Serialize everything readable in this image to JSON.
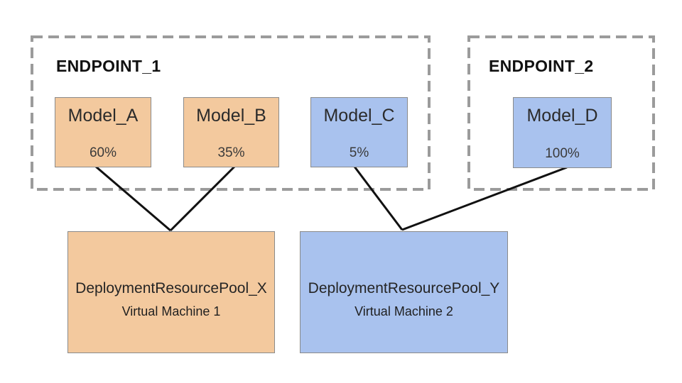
{
  "endpoints": [
    {
      "label": "ENDPOINT_1"
    },
    {
      "label": "ENDPOINT_2"
    }
  ],
  "models": [
    {
      "label": "Model_A",
      "traffic_split": "60%",
      "color_group": "orange",
      "endpoint": "ENDPOINT_1"
    },
    {
      "label": "Model_B",
      "traffic_split": "35%",
      "color_group": "orange",
      "endpoint": "ENDPOINT_1"
    },
    {
      "label": "Model_C",
      "traffic_split": "5%",
      "color_group": "blue",
      "endpoint": "ENDPOINT_1"
    },
    {
      "label": "Model_D",
      "traffic_split": "100%",
      "color_group": "blue",
      "endpoint": "ENDPOINT_2"
    }
  ],
  "pools": [
    {
      "label": "DeploymentResourcePool_X",
      "machine": "Virtual Machine 1",
      "color_group": "orange"
    },
    {
      "label": "DeploymentResourcePool_Y",
      "machine": "Virtual Machine 2",
      "color_group": "blue"
    }
  ],
  "connections": [
    {
      "from": "Model_A",
      "to": "DeploymentResourcePool_X"
    },
    {
      "from": "Model_B",
      "to": "DeploymentResourcePool_X"
    },
    {
      "from": "Model_C",
      "to": "DeploymentResourcePool_Y"
    },
    {
      "from": "Model_D",
      "to": "DeploymentResourcePool_Y"
    }
  ],
  "colors": {
    "orange_fill": "#f3c99e",
    "blue_fill": "#a9c2ee",
    "box_border": "#8a8a8a",
    "dashed_border": "#9b9b9b",
    "connector_line": "#111111"
  }
}
